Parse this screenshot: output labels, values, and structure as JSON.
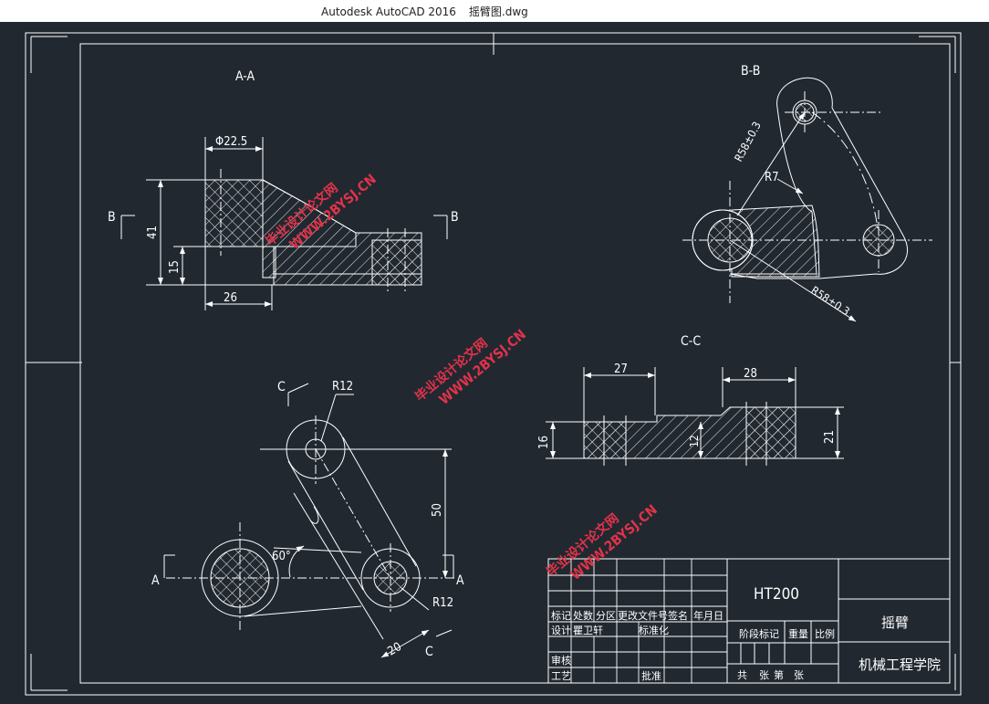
{
  "window": {
    "app_title": "Autodesk AutoCAD 2016",
    "file_name": "摇臂图.dwg"
  },
  "drawing": {
    "views": {
      "aa": "A-A",
      "bb": "B-B",
      "cc": "C-C"
    },
    "section_marks": {
      "b": "B",
      "a": "A",
      "c": "C"
    },
    "dimensions": {
      "dia22_5": "Φ22.5",
      "d41": "41",
      "d15": "15",
      "d26": "26",
      "r58_top": "R58±0.3",
      "r58_bottom": "R58±0.3",
      "r7": "R7",
      "d27": "27",
      "d28": "28",
      "d16": "16",
      "d12": "12",
      "d21": "21",
      "r12_top": "R12",
      "r12_bottom": "R12",
      "d50": "50",
      "angle60": "60°",
      "d20": "20"
    },
    "watermark": {
      "line1": "毕业设计论文网",
      "line2": "WWW.2BYSJ.CN"
    },
    "title_block": {
      "material": "HT200",
      "part_name": "摇臂",
      "institution": "机械工程学院",
      "labels": {
        "mark": "标记",
        "count": "处数",
        "zone": "分区",
        "change_doc": "更改文件号",
        "sign": "签名",
        "date": "年月日",
        "design": "设计",
        "designer": "瞿卫轩",
        "standard": "标准化",
        "stage_mark": "阶段标记",
        "weight": "重量",
        "scale": "比例",
        "review": "审核",
        "process": "工艺",
        "approve": "批准",
        "total": "共",
        "sheets": "张",
        "sheet_no": "第",
        "page": "张"
      }
    },
    "colors": {
      "background": "#212830",
      "line": "#ffffff",
      "dimension": "#ffffff",
      "watermark": "#e0334a"
    }
  }
}
